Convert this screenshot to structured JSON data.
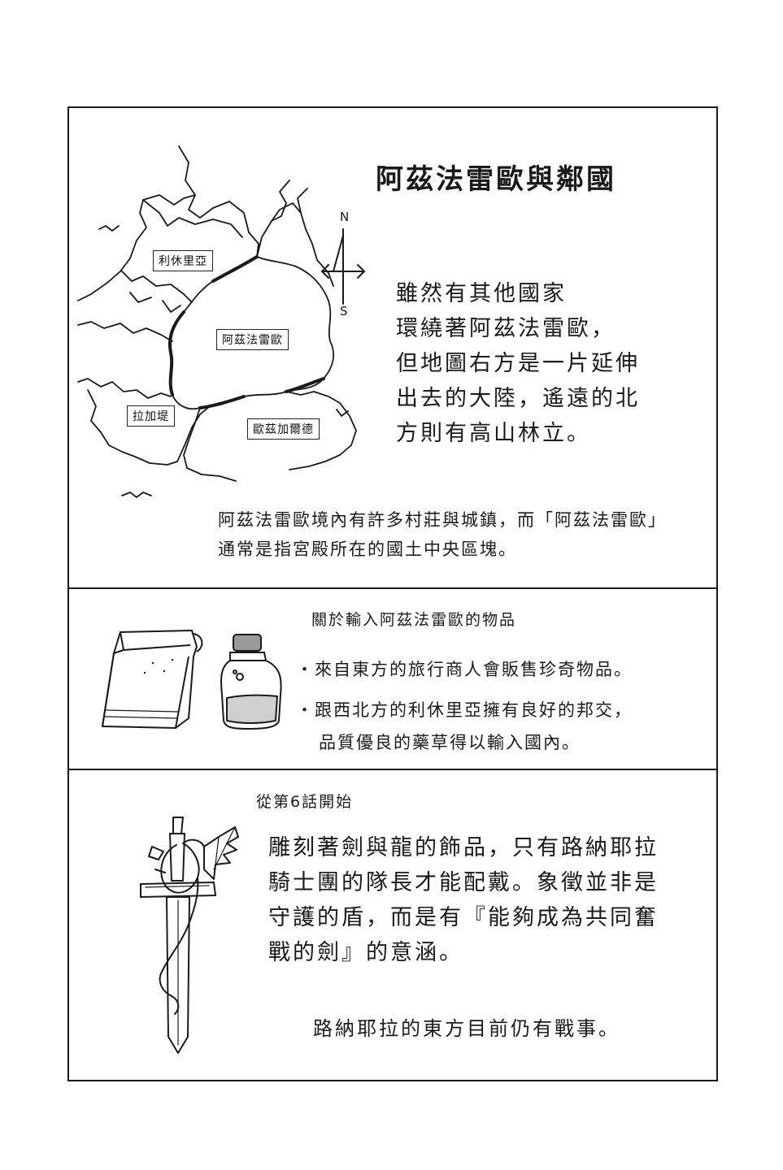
{
  "section1": {
    "title": "阿茲法雷歐與鄰國",
    "compass": {
      "north": "N",
      "south": "S"
    },
    "map_labels": {
      "richelia": "利休里亞",
      "azfareo": "阿茲法雷歐",
      "raga": "拉加堤",
      "eozgald": "歐茲加爾德"
    },
    "description_lines": [
      "雖然有其他國家",
      "環繞著阿茲法雷歐，",
      "但地圖右方是一片延伸",
      "出去的大陸，遙遠的北",
      "方則有高山林立。"
    ],
    "note_lines": [
      "阿茲法雷歐境內有許多村莊與城鎮，而「阿茲法雷歐」",
      "通常是指宮殿所在的國土中央區塊。"
    ]
  },
  "section2": {
    "heading": "關於輸入阿茲法雷歐的物品",
    "bullet1": "來自東方的旅行商人會販售珍奇物品。",
    "bullet2_lines": [
      "跟西北方的利休里亞擁有良好的邦交，",
      "品質優良的藥草得以輸入國內。"
    ]
  },
  "section3": {
    "heading": "從第6話開始",
    "description_lines": [
      "雕刻著劍與龍的飾品，只有路納耶拉",
      "騎士團的隊長才能配戴。象徵並非是",
      "守護的盾，而是有『能夠成為共同奮",
      "戰的劍』的意涵。"
    ],
    "footer": "路納耶拉的東方目前仍有戰事。"
  },
  "icons": [
    "map-illustration",
    "compass-icon",
    "bag-icon",
    "jar-icon",
    "sword-dragon-emblem-icon"
  ]
}
